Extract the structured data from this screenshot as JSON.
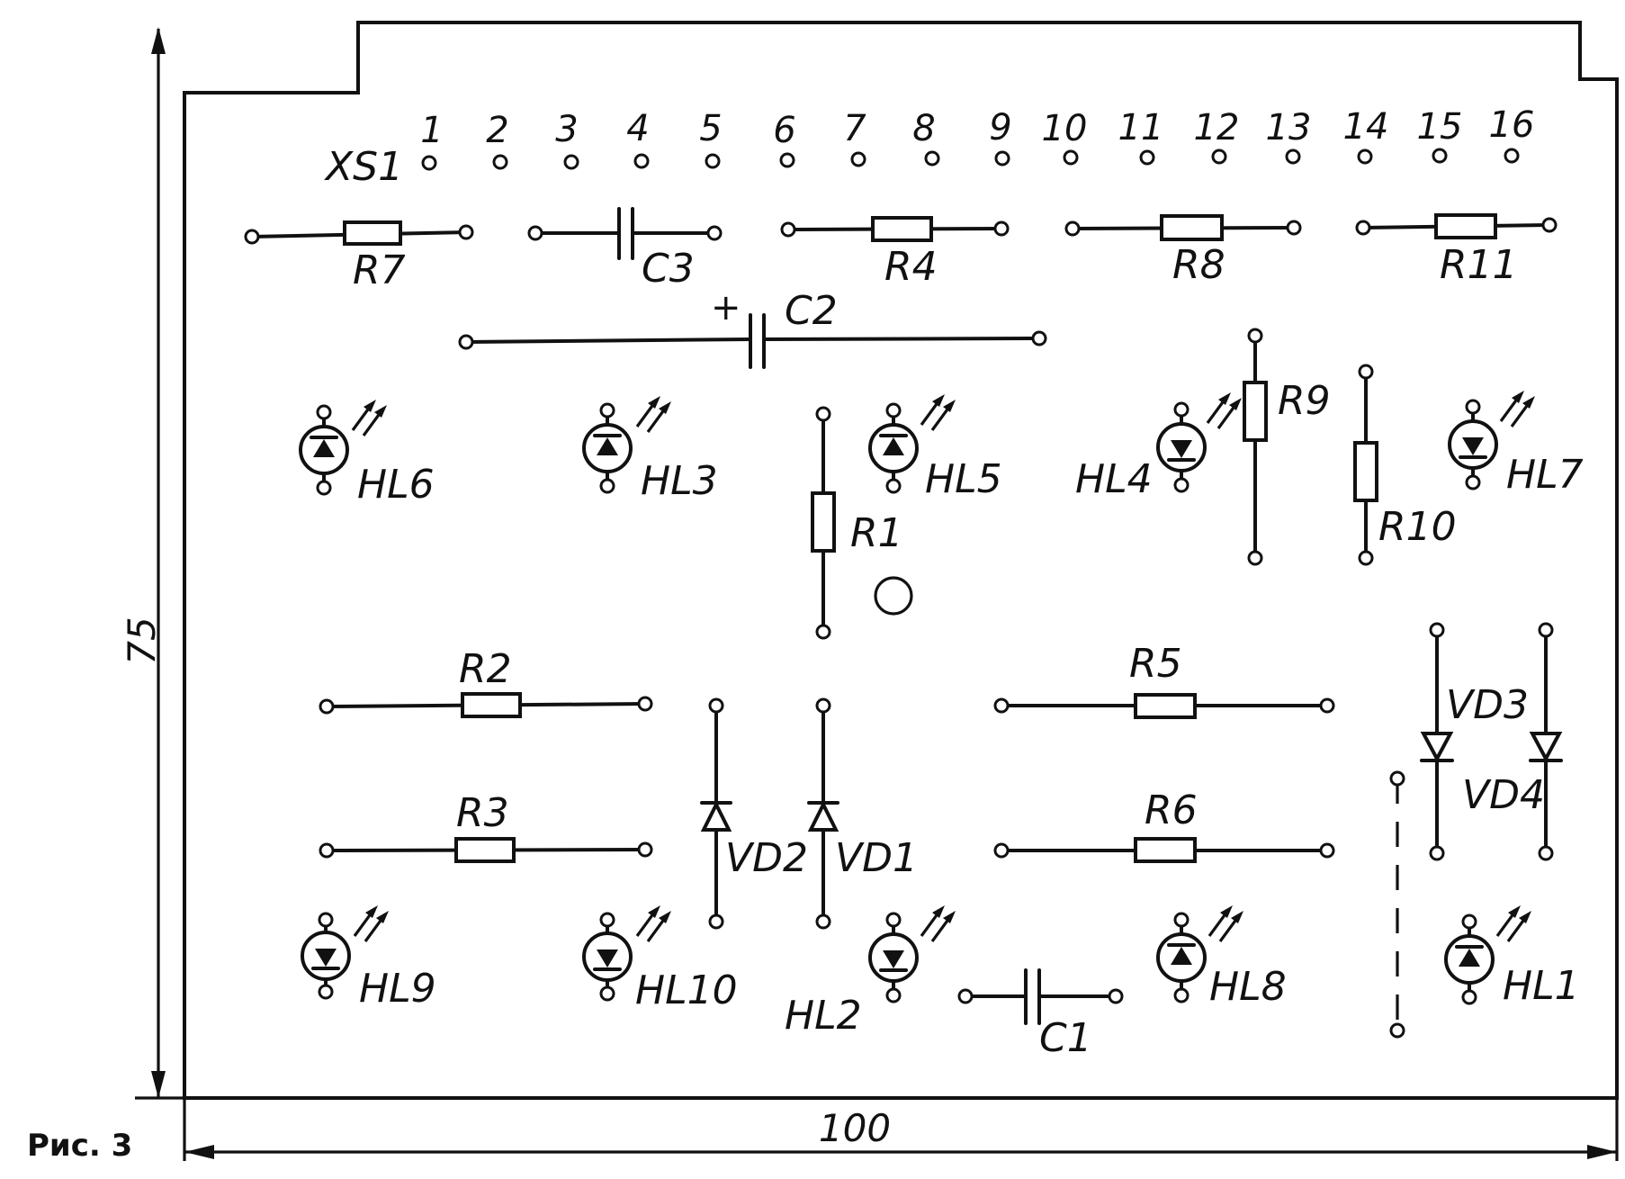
{
  "connector": {
    "label": "XS1",
    "pins": [
      "1",
      "2",
      "3",
      "4",
      "5",
      "6",
      "7",
      "8",
      "9",
      "10",
      "11",
      "12",
      "13",
      "14",
      "15",
      "16"
    ]
  },
  "resistors": {
    "r1": "R1",
    "r2": "R2",
    "r3": "R3",
    "r4": "R4",
    "r5": "R5",
    "r6": "R6",
    "r7": "R7",
    "r8": "R8",
    "r9": "R9",
    "r10": "R10",
    "r11": "R11"
  },
  "capacitors": {
    "c1": "C1",
    "c2": "C2",
    "c3": "C3",
    "c2_polarity": "+"
  },
  "diodes": {
    "vd1": "VD1",
    "vd2": "VD2",
    "vd3": "VD3",
    "vd4": "VD4"
  },
  "leds": {
    "hl1": "HL1",
    "hl2": "HL2",
    "hl3": "HL3",
    "hl4": "HL4",
    "hl5": "HL5",
    "hl6": "HL6",
    "hl7": "HL7",
    "hl8": "HL8",
    "hl9": "HL9",
    "hl10": "HL10"
  },
  "dimensions": {
    "height": "75",
    "width": "100"
  },
  "caption": "Рис. 3"
}
